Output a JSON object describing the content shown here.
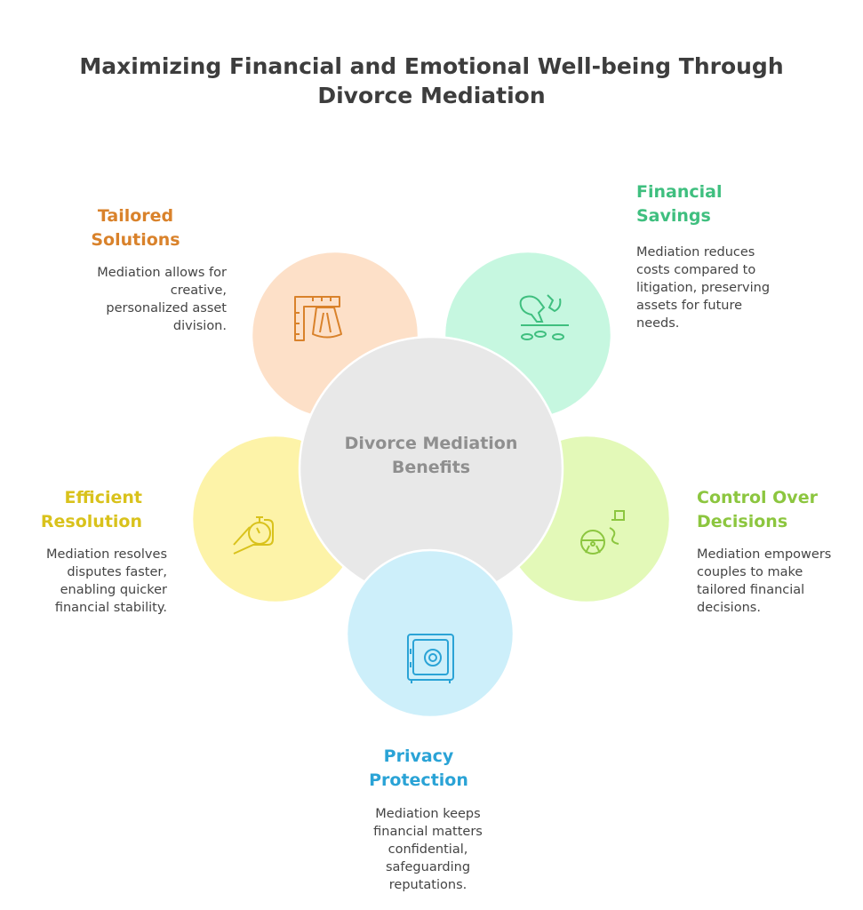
{
  "title": "Maximizing Financial and Emotional Well-being Through Divorce Mediation",
  "center": {
    "label": "Divorce Mediation Benefits",
    "color": "#e8e8e8"
  },
  "items": [
    {
      "heading": "Tailored Solutions",
      "description": "Mediation allows for creative, personalized asset division.",
      "icon": "ruler-skirt-icon",
      "color": "#d9822b",
      "fill": "#fde0c8"
    },
    {
      "heading": "Financial Savings",
      "description": "Mediation reduces costs compared to litigation, preserving assets for future needs.",
      "icon": "broken-piggy-bank-icon",
      "color": "#3fbf7f",
      "fill": "#c6f7e0"
    },
    {
      "heading": "Efficient Resolution",
      "description": "Mediation resolves disputes faster, enabling quicker financial stability.",
      "icon": "hand-stopwatch-icon",
      "color": "#d9c21c",
      "fill": "#fdf3a8"
    },
    {
      "heading": "Control Over Decisions",
      "description": "Mediation empowers couples to make tailored financial decisions.",
      "icon": "steering-wheel-icon",
      "color": "#8cc63f",
      "fill": "#e3f9b8"
    },
    {
      "heading": "Privacy Protection",
      "description": "Mediation keeps financial matters confidential, safeguarding reputations.",
      "icon": "safe-icon",
      "color": "#2aa3d6",
      "fill": "#cdeffa"
    }
  ]
}
